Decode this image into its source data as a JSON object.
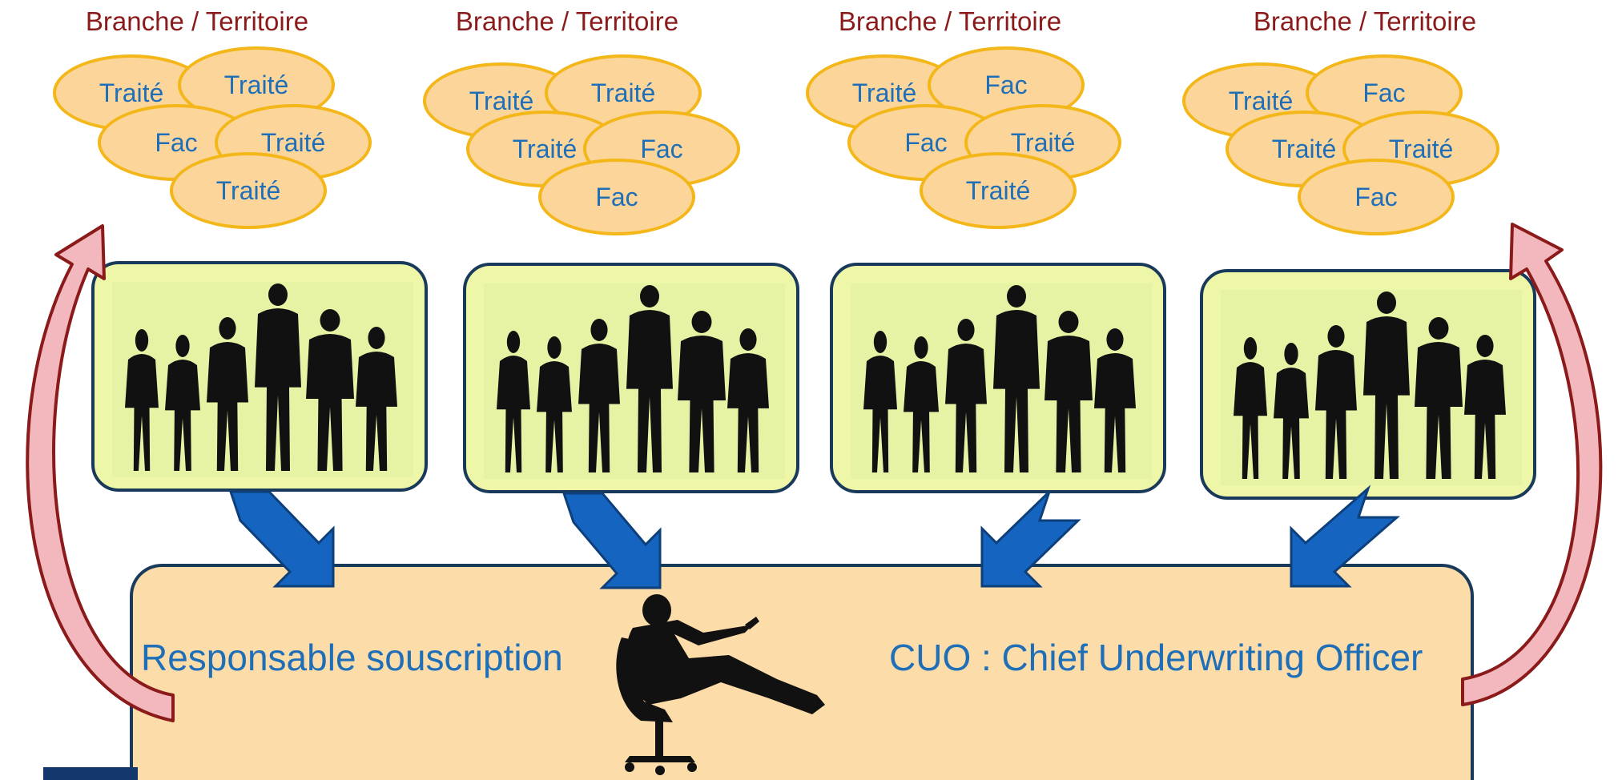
{
  "colors": {
    "title": "#8b1a1a",
    "oval_fill": "#fcd59a",
    "oval_border": "#f3b71a",
    "oval_text": "#1f6fb8",
    "team_fill": "#eef6a8",
    "team_border": "#1a3a5c",
    "arrow_blue": "#1565c0",
    "curved_arrow_fill": "#f3b8bd",
    "curved_arrow_stroke": "#8b1a1a",
    "main_fill": "#fcdca8",
    "main_text": "#1f6fb8"
  },
  "groups": [
    {
      "title": "Branche / Territoire",
      "ovals": [
        "Traité",
        "Traité",
        "Fac",
        "Traité",
        "Traité"
      ]
    },
    {
      "title": "Branche / Territoire",
      "ovals": [
        "Traité",
        "Traité",
        "Traité",
        "Fac",
        "Fac"
      ]
    },
    {
      "title": "Branche / Territoire",
      "ovals": [
        "Traité",
        "Fac",
        "Fac",
        "Traité",
        "Traité"
      ]
    },
    {
      "title": "Branche / Territoire",
      "ovals": [
        "Traité",
        "Fac",
        "Traité",
        "Traité",
        "Fac"
      ]
    }
  ],
  "teams": [
    {
      "icon": "team-silhouette"
    },
    {
      "icon": "team-silhouette"
    },
    {
      "icon": "team-silhouette"
    },
    {
      "icon": "team-silhouette"
    }
  ],
  "main": {
    "left_text": "Responsable souscription",
    "right_text": "CUO : Chief Underwriting Officer",
    "icon": "seated-executive-silhouette"
  }
}
